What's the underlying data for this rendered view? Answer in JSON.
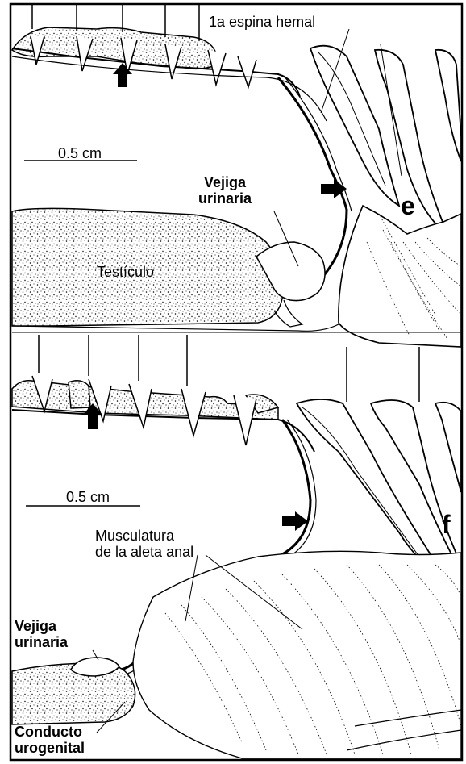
{
  "panels": [
    {
      "letter": "e",
      "scale": "0.5 cm",
      "labels": {
        "hemal_spine": "1a espina hemal",
        "bladder": "Vejiga\nurinaria",
        "testis": "Testículo"
      }
    },
    {
      "letter": "f",
      "scale": "0.5 cm",
      "labels": {
        "musculature": "Musculatura\nde la aleta anal",
        "bladder": "Vejiga\nurinaria",
        "urogenital_duct": "Conducto\nurogenital"
      }
    }
  ],
  "style": {
    "ink": "#000000",
    "background": "#ffffff"
  }
}
